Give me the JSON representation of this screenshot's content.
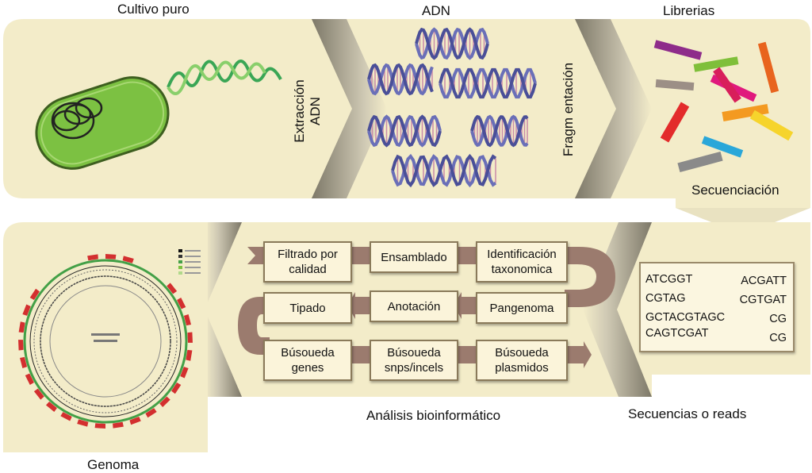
{
  "top_labels": {
    "cultivo": "Cultivo puro",
    "adn": "ADN",
    "librerias": "Librerias"
  },
  "arrows": {
    "extraccion": [
      "Extracción",
      "ADN"
    ],
    "fragmentacion": "Fragm entación"
  },
  "secuenciacion": "Secuenciación",
  "pipeline": {
    "row1": [
      "Filtrado por\ncalidad",
      "Ensamblado",
      "Identificación\ntaxonomica"
    ],
    "row2": [
      "Tipado",
      "Anotación",
      "Pangenoma"
    ],
    "row3": [
      "Búsoueda\ngenes",
      "Búsoueda\nsnps/incels",
      "Búsoueda\nplasmidos"
    ]
  },
  "reads": {
    "left": [
      "ATCGGT",
      "CGTAG",
      "GCTACGTAGC",
      "CAGTCGAT"
    ],
    "right": [
      "ACGATT",
      "CGTGAT",
      "CG",
      "CG"
    ]
  },
  "bottom_labels": {
    "genoma": "Genoma",
    "analisis": "Análisis bioinformático",
    "reads": "Secuencias o reads"
  },
  "colors": {
    "panel": "#f3ecc9",
    "arrow_dark": "#8c8776",
    "bacterium": "#7cc142",
    "dna_blue": "#6a6fb8",
    "dna_pink": "#c98aa8",
    "connector": "#9b7b6e"
  },
  "library_fragments": [
    "#8e2c8a",
    "#7fbf3a",
    "#e8641e",
    "#9c8f86",
    "#e0197d",
    "#d81e5b",
    "#e32b2b",
    "#f39a21",
    "#f6d42c",
    "#2aa7d9",
    "#8a8a8a"
  ]
}
